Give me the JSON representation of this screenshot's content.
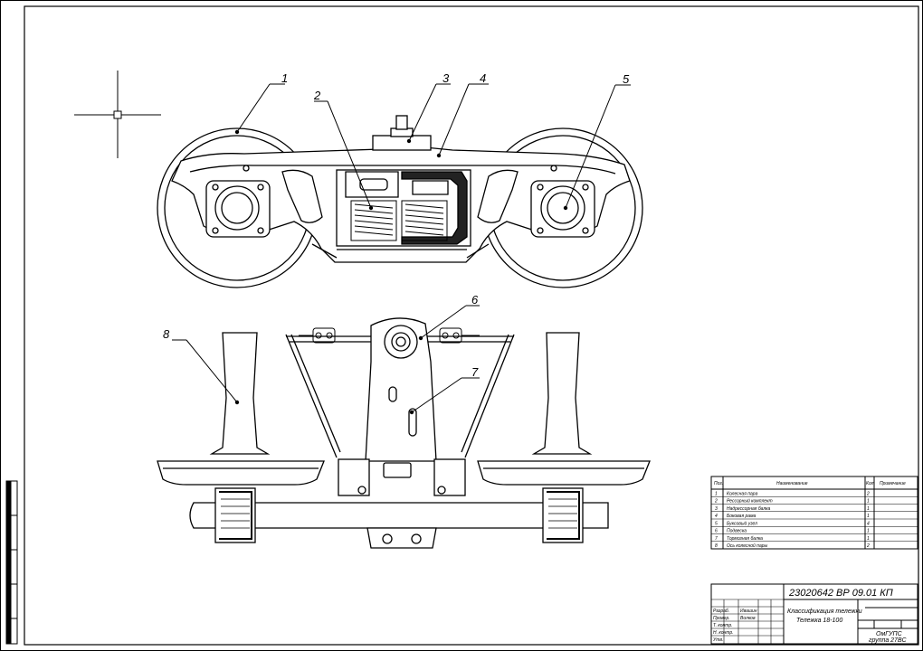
{
  "drawing": {
    "callouts": [
      {
        "id": "1"
      },
      {
        "id": "2"
      },
      {
        "id": "3"
      },
      {
        "id": "4"
      },
      {
        "id": "5"
      },
      {
        "id": "6"
      },
      {
        "id": "7"
      },
      {
        "id": "8"
      }
    ]
  },
  "spec_table": {
    "headers": [
      "Поз.",
      "Наименование",
      "Кол.",
      "Примечание"
    ],
    "rows": [
      {
        "pos": "1",
        "name": "Колесная пара",
        "qty": "2",
        "note": ""
      },
      {
        "pos": "2",
        "name": "Рессорный комплект",
        "qty": "1",
        "note": ""
      },
      {
        "pos": "3",
        "name": "Надрессорная балка",
        "qty": "1",
        "note": ""
      },
      {
        "pos": "4",
        "name": "Боковая рама",
        "qty": "1",
        "note": ""
      },
      {
        "pos": "5",
        "name": "Буксовый узел",
        "qty": "4",
        "note": ""
      },
      {
        "pos": "6",
        "name": "Подвеска",
        "qty": "1",
        "note": ""
      },
      {
        "pos": "7",
        "name": "Тормозная балка",
        "qty": "1",
        "note": ""
      },
      {
        "pos": "8",
        "name": "Ось колесной пары",
        "qty": "2",
        "note": ""
      }
    ]
  },
  "title_block": {
    "doc_code": "23020642 ВР 09.01 КП",
    "title_line1": "Классификация тележки",
    "title_line2": "Тележка 18-100",
    "org_line1": "ОмГУПС",
    "org_line2": "группа 27ВС",
    "roles": [
      "Разраб.",
      "Провер.",
      "Т. контр.",
      "Н. контр.",
      "Утв."
    ],
    "role_names": [
      "Ивашин",
      "Волков"
    ]
  },
  "colors": {
    "line": "#000000",
    "hatch": "#000000",
    "background": "#ffffff"
  }
}
